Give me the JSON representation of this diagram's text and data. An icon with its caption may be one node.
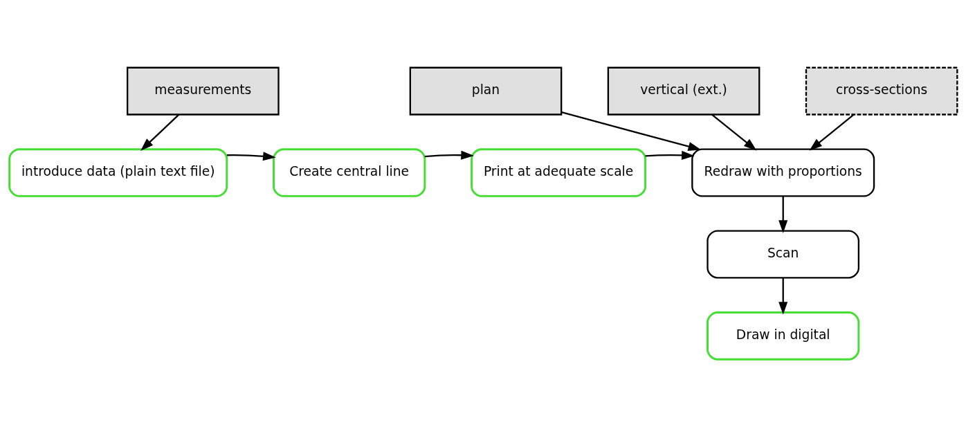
{
  "diagram": {
    "nodes": [
      {
        "text": [
          "measurements"
        ]
      },
      {
        "text": [
          "plan"
        ]
      },
      {
        "text": [
          "vertical (ext.)"
        ]
      },
      {
        "text": [
          "cross-sections"
        ]
      },
      {
        "text": [
          "introduce data (plain text file)"
        ]
      },
      {
        "text": [
          "Create central line"
        ]
      },
      {
        "text": [
          "Print at adequate scale"
        ]
      },
      {
        "text": [
          "Redraw with proportions"
        ]
      },
      {
        "text": [
          "Scan"
        ]
      },
      {
        "text": [
          "Draw in digital"
        ]
      }
    ],
    "edges": [
      {
        "from": 0,
        "to": 4,
        "arrow": "to"
      },
      {
        "from": 4,
        "to": 5,
        "arrow": "to"
      },
      {
        "from": 5,
        "to": 6,
        "arrow": "to"
      },
      {
        "from": 6,
        "to": 7,
        "arrow": "to"
      },
      {
        "from": 1,
        "to": 7,
        "arrow": "to"
      },
      {
        "from": 2,
        "to": 7,
        "arrow": "to"
      },
      {
        "from": 3,
        "to": 7,
        "arrow": "to"
      },
      {
        "from": 7,
        "to": 8,
        "arrow": "to"
      },
      {
        "from": 8,
        "to": 9,
        "arrow": "to"
      }
    ]
  }
}
